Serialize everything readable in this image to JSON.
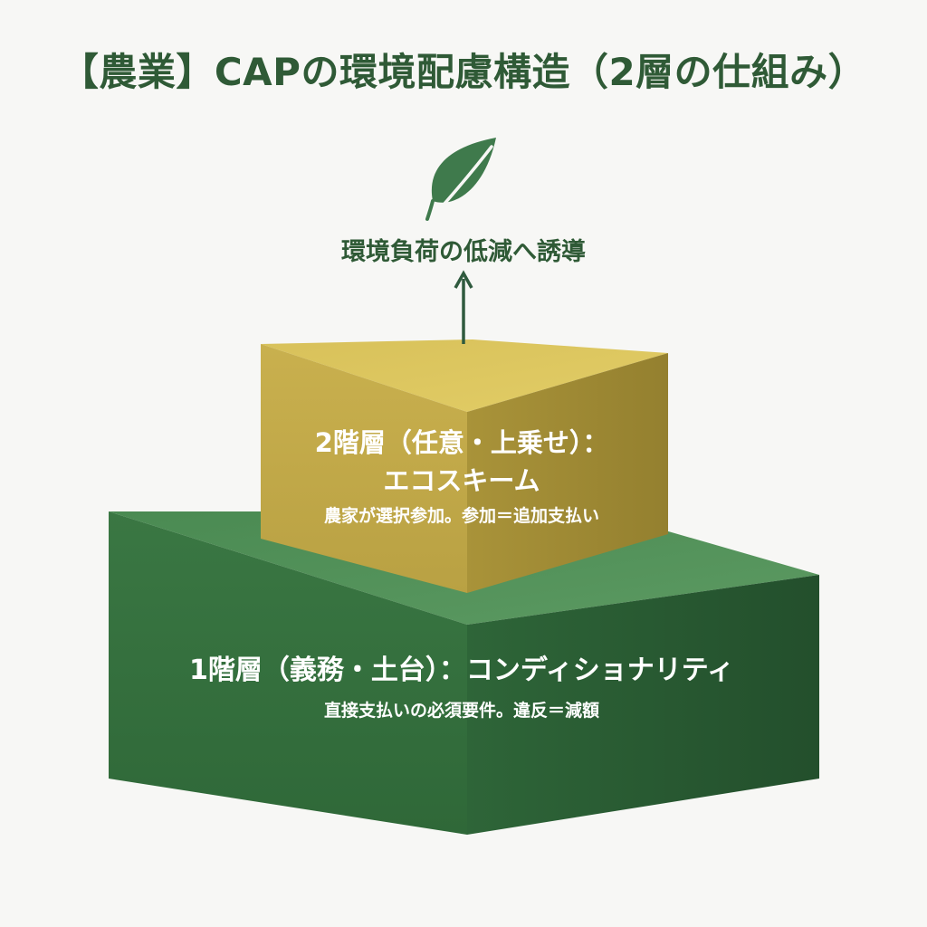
{
  "title": "【農業】CAPの環境配慮構造（2層の仕組み）",
  "goal": {
    "icon": "leaf-icon",
    "label": "環境負荷の低減へ誘導"
  },
  "tier2": {
    "heading_line1": "2階層（任意・上乗せ）：",
    "heading_line2": "エコスキーム",
    "description": "農家が選択参加。参加＝追加支払い"
  },
  "tier1": {
    "heading": "1階層（義務・土台）：コンディショナリティ",
    "description": "直接支払いの必須要件。違反＝減額"
  },
  "colors": {
    "title": "#2f5a36",
    "leaf": "#3f7a4c",
    "arrow": "#2f5a3e",
    "tier2_front": "#c6ad4c",
    "tier2_top": "#dcc65e",
    "tier2_side": "#a99339",
    "tier1_front": "#3d7a45",
    "tier1_top": "#4f8c55",
    "tier1_side": "#2c5e36",
    "background": "#f7f7f5"
  }
}
